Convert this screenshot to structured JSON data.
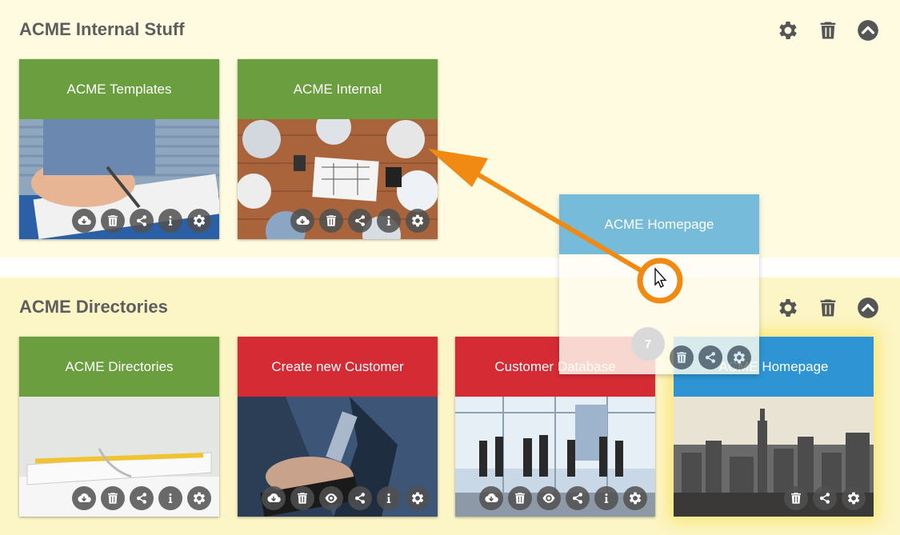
{
  "groups": [
    {
      "title": "ACME Internal Stuff",
      "tiles": [
        {
          "title": "ACME Templates",
          "header_color": "#6a9e3f",
          "image": "hand-writing-notebook",
          "actions": [
            "cloud-download-icon",
            "trash-icon",
            "share-icon",
            "info-icon",
            "gear-icon"
          ]
        },
        {
          "title": "ACME Internal",
          "header_color": "#6a9e3f",
          "image": "team-meeting-top-view",
          "actions": [
            "cloud-download-icon",
            "trash-icon",
            "share-icon",
            "info-icon",
            "gear-icon"
          ]
        }
      ]
    },
    {
      "title": "ACME Directories",
      "tiles": [
        {
          "title": "ACME Directories",
          "header_color": "#6a9e3f",
          "image": "notebook-pencil",
          "actions": [
            "cloud-download-icon",
            "trash-icon",
            "share-icon",
            "info-icon",
            "gear-icon"
          ]
        },
        {
          "title": "Create new Customer",
          "header_color": "#d52b35",
          "image": "businessman-tablet",
          "actions": [
            "cloud-download-icon",
            "trash-icon",
            "eye-icon",
            "share-icon",
            "info-icon",
            "gear-icon"
          ]
        },
        {
          "title": "Customer Database",
          "header_color": "#d52b35",
          "image": "business-people-window",
          "actions": [
            "cloud-download-icon",
            "trash-icon",
            "eye-icon",
            "share-icon",
            "info-icon",
            "gear-icon"
          ]
        },
        {
          "title": "ACME Homepage",
          "header_color": "#2e94d3",
          "image": "city-skyline",
          "actions": [
            "trash-icon",
            "share-icon",
            "gear-icon"
          ]
        }
      ]
    }
  ],
  "drag": {
    "title": "ACME Homepage",
    "count": "7",
    "header_color": "#5aaed9"
  },
  "colors": {
    "accent_arrow": "#f08a12",
    "group1_bg": "#fefbe0",
    "group2_bg": "#fcf5c5"
  }
}
